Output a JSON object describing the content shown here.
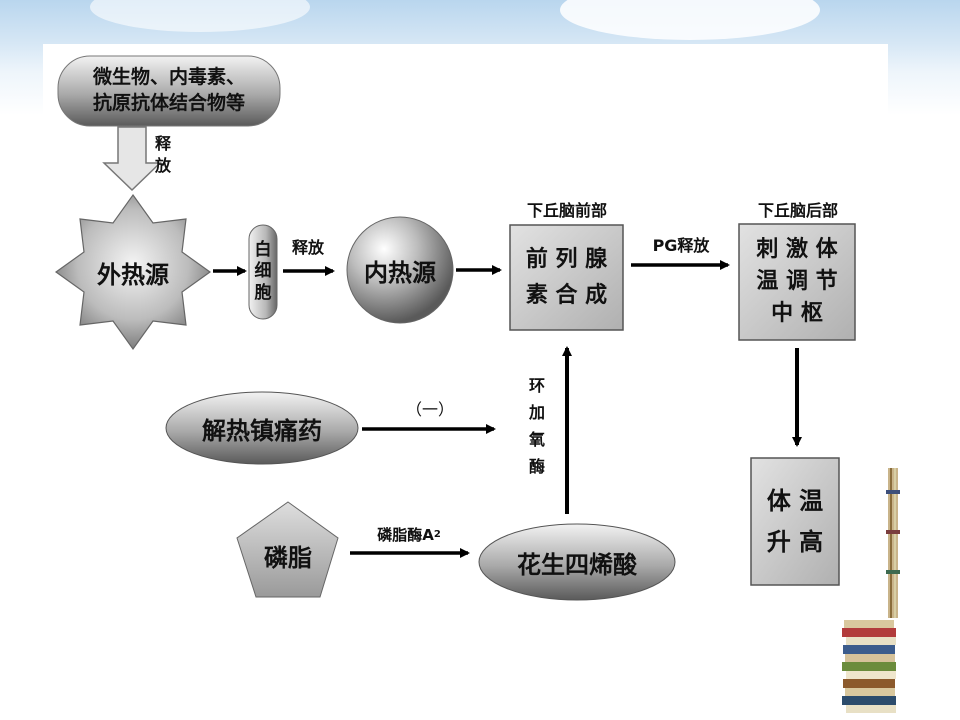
{
  "colors": {
    "sky": "#cfe3f4",
    "box_fill": "#c8c8c8",
    "arrow": "#000000"
  },
  "nodes": {
    "microbe": "微生物、内毒素、\n抗原抗体结合物等",
    "release1": "释\n放",
    "exogenous": "外热源",
    "wbc": "白\n细\n胞",
    "release2": "释放",
    "endogenous": "内热源",
    "hypothalamus_front_label": "下丘脑前部",
    "pg_synthesis": "前 列 腺\n素 合 成",
    "pg_release": "PG释放",
    "hypothalamus_back_label": "下丘脑后部",
    "thermo_center": "刺 激 体\n温 调 节\n中 枢",
    "temp_rise": "体 温\n升 高",
    "antipyretic": "解热镇痛药",
    "inhibit": "（一）",
    "cox": "环\n加\n氧\n酶",
    "phospholipid": "磷脂",
    "pla2_prefix": "磷脂酶A",
    "pla2_sub": "2",
    "arachidonic": "花生四烯酸"
  }
}
